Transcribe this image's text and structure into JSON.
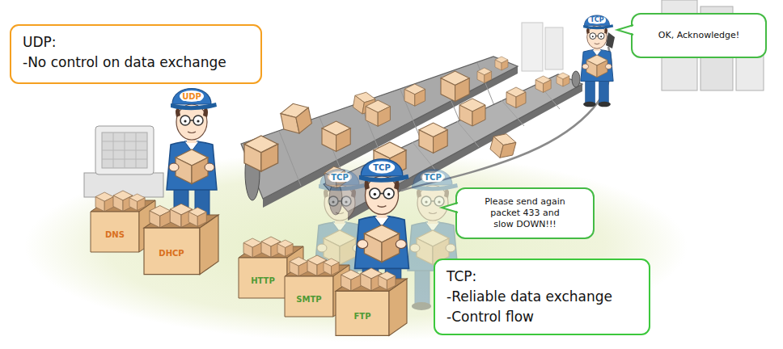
{
  "diagram": {
    "nodes": [
      {
        "text": [
          "UDP:",
          "-No control on data exchange"
        ]
      },
      {
        "text": [
          "OK, Acknowledge!"
        ]
      },
      {
        "text": [
          "Please send again packet 433 and slow DOWN!!!"
        ]
      },
      {
        "text": [
          "TCP:",
          "-Reliable data exchange",
          "-Control flow"
        ]
      }
    ],
    "labels": [
      "TCP",
      "UDP",
      "TCP",
      "TCP",
      "TCP",
      "DNS",
      "DHCP",
      "HTTP",
      "SMTP",
      "FTP"
    ]
  }
}
